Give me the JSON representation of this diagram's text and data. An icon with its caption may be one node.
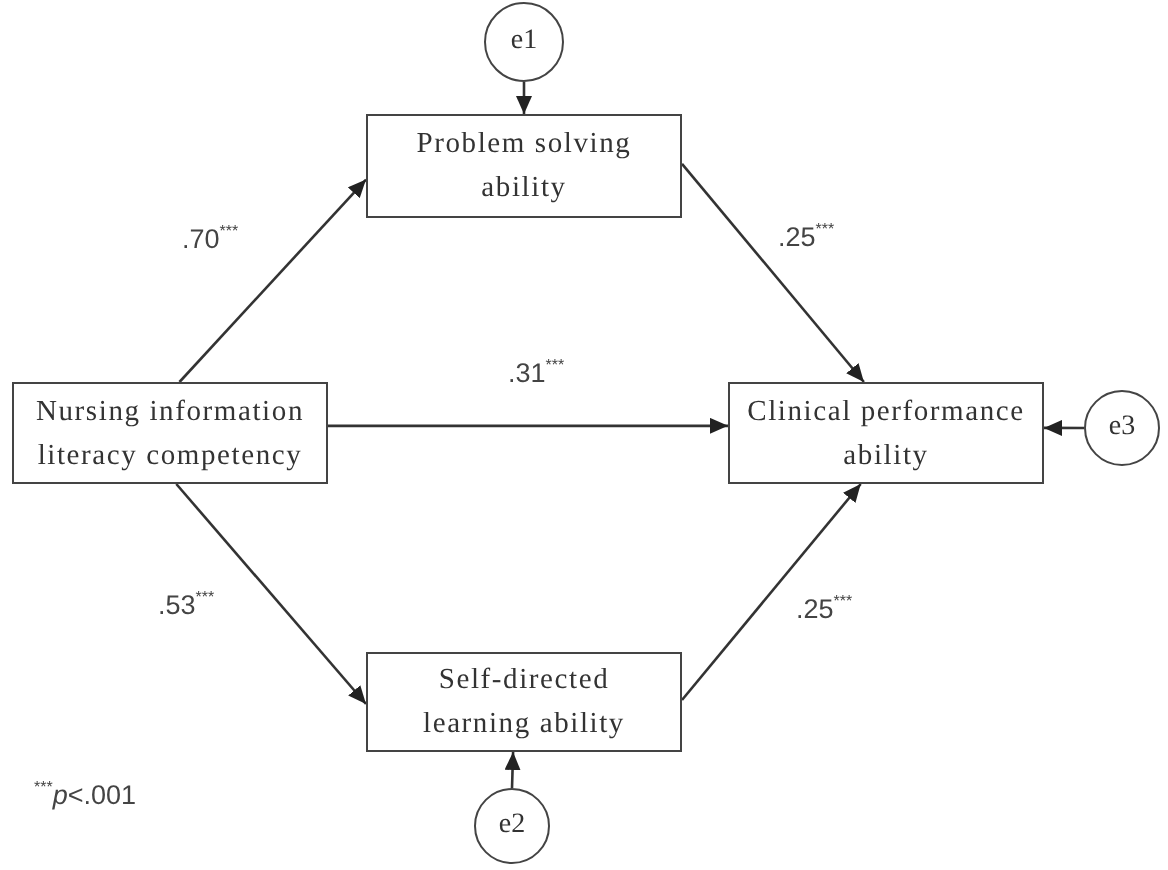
{
  "diagram": {
    "nodes": [
      {
        "text": [
          "e1"
        ]
      },
      {
        "text": [
          "Problem solving ability"
        ]
      },
      {
        "text": [
          "Nursing information literacy competency"
        ]
      },
      {
        "text": [
          "Clinical performance ability"
        ]
      },
      {
        "text": [
          "e3"
        ]
      },
      {
        "text": [
          "Self-directed learning ability"
        ]
      },
      {
        "text": [
          "e2"
        ]
      }
    ],
    "edges": [
      {
        "from": 0,
        "to": 1,
        "arrow": "to"
      },
      {
        "from": 2,
        "to": 1,
        "arrow": "to",
        "label": ".70$^{***}$"
      },
      {
        "from": 1,
        "to": 3,
        "arrow": "to",
        "label": ".25$^{***}$"
      },
      {
        "from": 2,
        "to": 3,
        "arrow": "to",
        "label": ".31$^{***}$"
      },
      {
        "from": 4,
        "to": 3,
        "arrow": "to"
      },
      {
        "from": 2,
        "to": 5,
        "arrow": "to",
        "label": ".53$^{***}$"
      },
      {
        "from": 5,
        "to": 3,
        "arrow": "to",
        "label": ".25$^{***}$"
      },
      {
        "from": 6,
        "to": 5,
        "arrow": "to"
      }
    ],
    "labels": [
      "$^{***}$*p*<.001"
    ]
  }
}
